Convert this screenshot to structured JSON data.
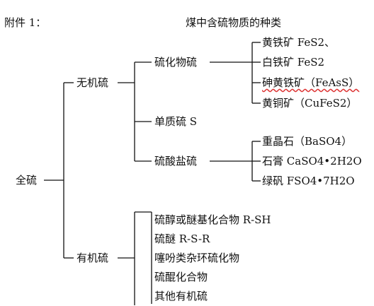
{
  "attachment_label": "附件 1：",
  "title": "煤中含硫物质的种类",
  "root": "全硫",
  "inorganic": {
    "label": "无机硫",
    "sulfide": {
      "label": "硫化物硫",
      "items": [
        "黄铁矿 FeS2、",
        "白铁矿 FeS2",
        "砷黄铁矿（FeAsS）",
        "黄铜矿（CuFeS2）"
      ]
    },
    "elemental": "单质硫 S",
    "sulfate": {
      "label": "硫酸盐硫",
      "items": [
        "重晶石（BaSO4）",
        "石膏 CaSO4•2H2O",
        "绿矾 FSO4•7H2O"
      ]
    }
  },
  "organic": {
    "label": "有机硫",
    "items": [
      "硫醇或醚基化合物 R-SH",
      "硫醚 R-S-R",
      "噻吩类杂环硫化物",
      "硫醌化合物",
      "其他有机硫"
    ]
  },
  "colors": {
    "line": "#111111",
    "text": "#111111",
    "underline": "#dd3333"
  }
}
